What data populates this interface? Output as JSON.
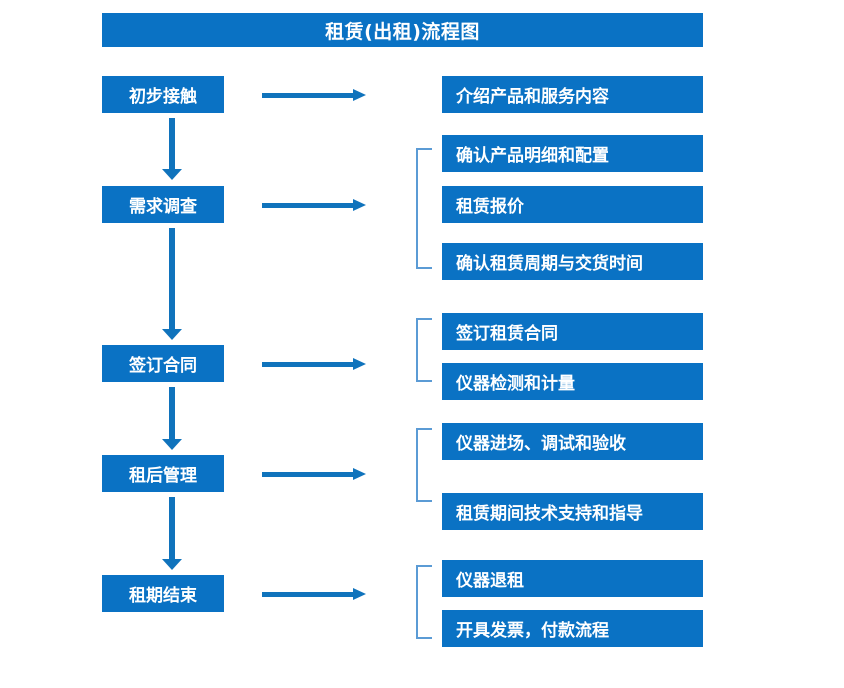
{
  "title": {
    "text": "租赁(出租)流程图"
  },
  "colors": {
    "box_blue": "#0A72C4",
    "arrow_blue": "#1073BC",
    "bracket_blue": "#5B9BD5",
    "text_white": "#FFFFFF",
    "background": "#FFFFFF"
  },
  "stages": [
    {
      "label": "初步接触"
    },
    {
      "label": "需求调查"
    },
    {
      "label": "签订合同"
    },
    {
      "label": "租后管理"
    },
    {
      "label": "租期结束"
    }
  ],
  "details": [
    {
      "label": "介绍产品和服务内容"
    },
    {
      "label": "确认产品明细和配置"
    },
    {
      "label": "租赁报价"
    },
    {
      "label": "确认租赁周期与交货时间"
    },
    {
      "label": "签订租赁合同"
    },
    {
      "label": "仪器检测和计量"
    },
    {
      "label": "仪器进场、调试和验收"
    },
    {
      "label": "租赁期间技术支持和指导"
    },
    {
      "label": "仪器退租"
    },
    {
      "label": "开具发票，付款流程"
    }
  ],
  "chart_data": {
    "type": "flowchart",
    "title": "租赁(出租)流程图",
    "orientation": "vertical-with-side-branches",
    "stages": [
      {
        "stage": "初步接触",
        "details": [
          "介绍产品和服务内容"
        ]
      },
      {
        "stage": "需求调查",
        "details": [
          "确认产品明细和配置",
          "租赁报价",
          "确认租赁周期与交货时间"
        ]
      },
      {
        "stage": "签订合同",
        "details": [
          "签订租赁合同",
          "仪器检测和计量"
        ]
      },
      {
        "stage": "租后管理",
        "details": [
          "仪器进场、调试和验收",
          "租赁期间技术支持和指导"
        ]
      },
      {
        "stage": "租期结束",
        "details": [
          "仪器退租",
          "开具发票，付款流程"
        ]
      }
    ],
    "flow_order": [
      "初步接触",
      "需求调查",
      "签订合同",
      "租后管理",
      "租期结束"
    ]
  }
}
